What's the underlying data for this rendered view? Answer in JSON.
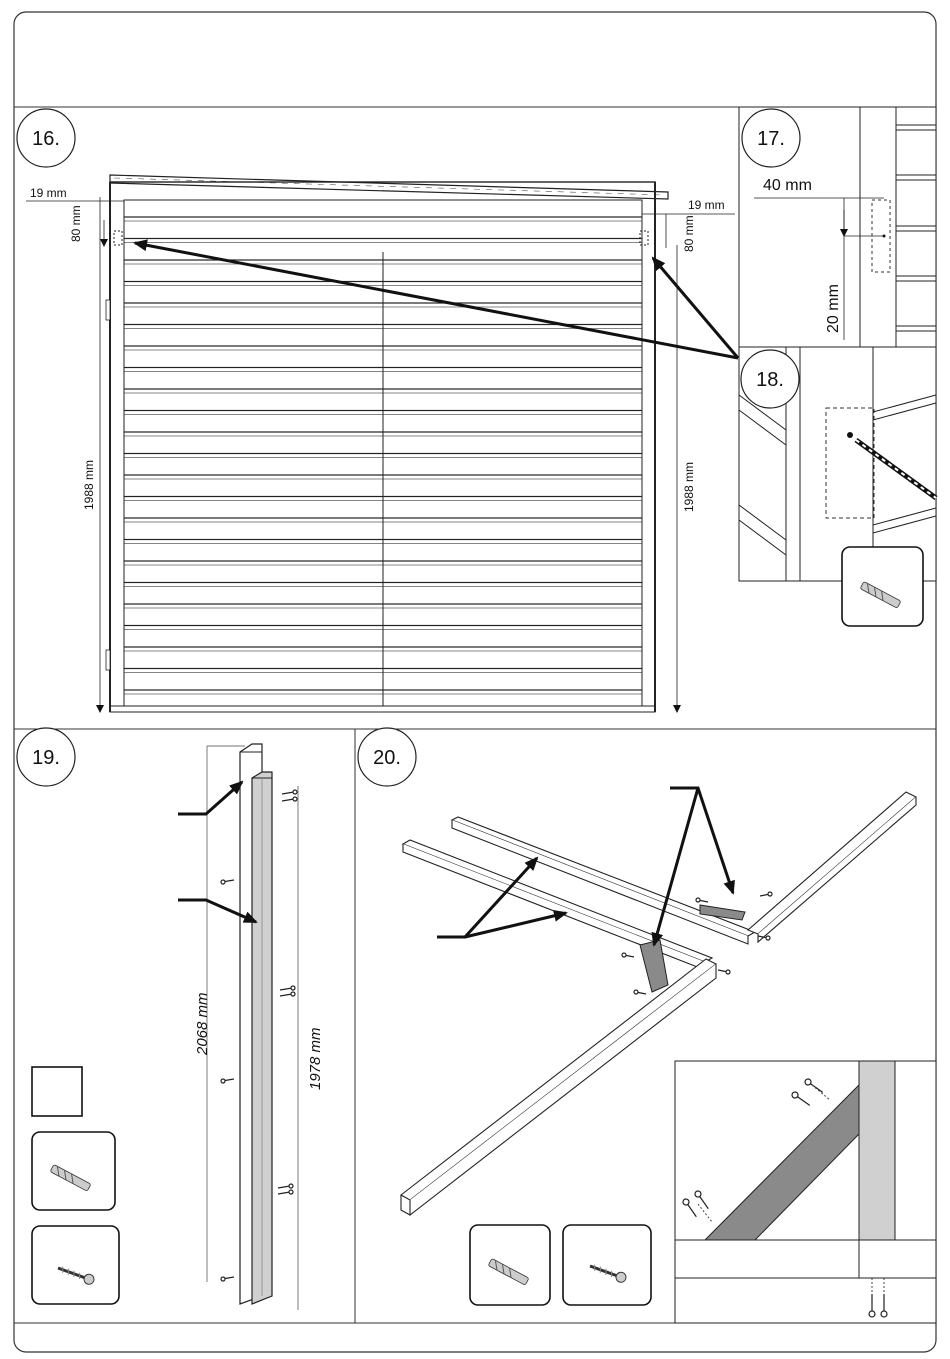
{
  "steps": {
    "s16": "16.",
    "s17": "17.",
    "s18": "18.",
    "s19": "19.",
    "s20": "20."
  },
  "step16": {
    "dim_left_gap": "19 mm",
    "dim_right_gap": "19 mm",
    "dim_left_drop": "80 mm",
    "dim_right_drop": "80 mm",
    "dim_left_height": "1988 mm",
    "dim_right_height": "1988 mm"
  },
  "step17": {
    "dim_horizontal": "40 mm",
    "dim_vertical": "20 mm"
  },
  "step19": {
    "dim_long": "2068 mm",
    "dim_short": "1978 mm"
  },
  "tools": {
    "drill_bit": "drill-bit-icon",
    "screw": "screw-icon"
  }
}
